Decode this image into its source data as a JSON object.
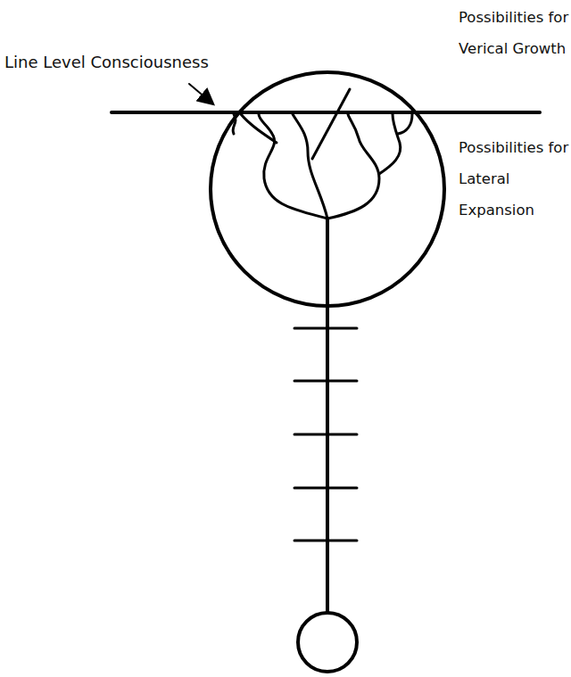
{
  "diagram": {
    "labels": [
      "Line Level Consciousness",
      "Possibilities for Verical Growth",
      "Possibilities for Lateral Expansion"
    ]
  }
}
